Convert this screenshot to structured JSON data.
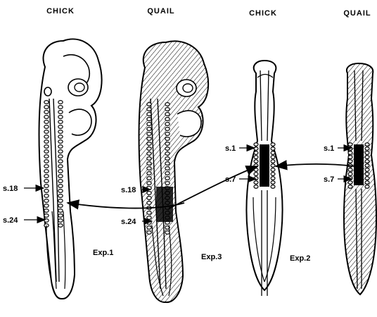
{
  "headers": {
    "col1": "CHICK",
    "col2": "QUAIL",
    "col3": "CHICK",
    "col4": "QUAIL"
  },
  "labels": {
    "e1_s18": "s.18",
    "e1_s24": "s.24",
    "e3_s18": "s.18",
    "e3_s24": "s.24",
    "e2c_s1": "s.1",
    "e2c_s7": "s.7",
    "e2q_s1": "s.1",
    "e2q_s7": "s.7"
  },
  "experiments": {
    "exp1": "Exp.1",
    "exp3": "Exp.3",
    "exp2": "Exp.2"
  },
  "colors": {
    "ink": "#000000",
    "paper": "#ffffff",
    "quail_fill": "#e8e8e8"
  }
}
